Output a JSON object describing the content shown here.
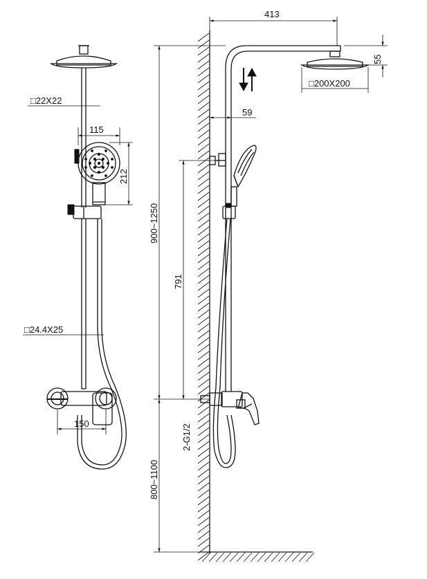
{
  "front_view": {
    "top_rail_size": "□22X22",
    "handheld_width": "115",
    "handheld_height": "212",
    "lower_rail_size": "□24.4X25",
    "inlet_spacing": "150"
  },
  "side_view": {
    "arm_reach": "413",
    "head_height": "55",
    "head_size": "□200X200",
    "wall_offset": "59",
    "holder_height": "791",
    "total_height": "900~1250",
    "floor_height": "800~1100",
    "inlet_thread": "2-G1/2"
  }
}
